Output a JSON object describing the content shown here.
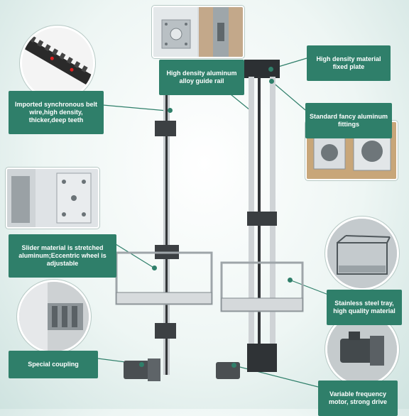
{
  "labels": {
    "guide_rail": "High density aluminum alloy guide rail",
    "fixed_plate": "High density material fixed plate",
    "belt": "Imported synchronous belt wire,high density, thicker,deep teeth",
    "fittings": "Standard fancy aluminum fittings",
    "slider": "Slider material is stretched aluminum;Eccentric wheel is adjustable",
    "tray": "Stainless steel tray, high quality material",
    "coupling": "Special coupling",
    "motor": "Variable frequency motor, strong drive"
  },
  "colors": {
    "label_bg": "#2f7f6a",
    "rail": "#3a3d40",
    "rail_light": "#c9cdd0",
    "frame": "#a9b0b4",
    "motor": "#4a4f52"
  },
  "icons": {
    "guide_rail_photo": "aluminum-plate-photo",
    "belt_photo": "timing-belt-photo",
    "slider_photo": "slider-plate-photo",
    "coupling_photo": "coupling-photo",
    "fittings_photo": "aluminum-fittings-photo",
    "tray_photo": "steel-tray-photo",
    "motor_photo": "gear-motor-photo"
  }
}
